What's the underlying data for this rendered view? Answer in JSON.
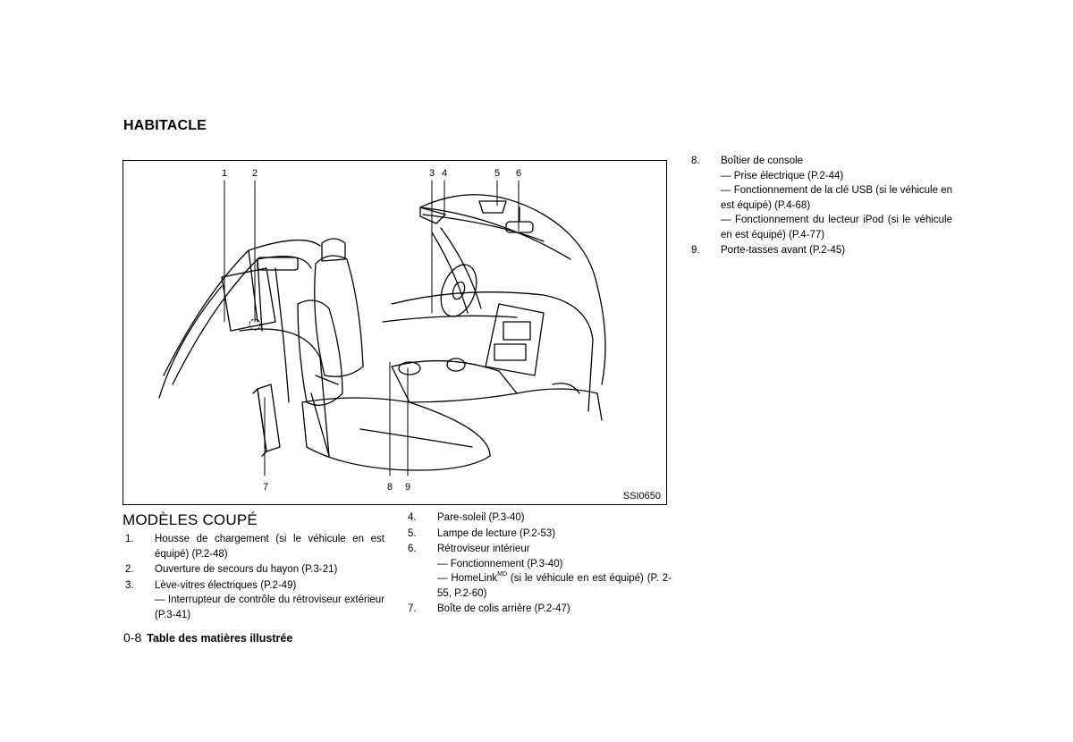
{
  "section_title": "HABITACLE",
  "figure": {
    "code": "SSI0650",
    "callouts": [
      "1",
      "2",
      "3",
      "4",
      "5",
      "6",
      "7",
      "8",
      "9"
    ]
  },
  "subsection": "MODÈLES COUPÉ",
  "left_list": [
    {
      "num": "1.",
      "text": "Housse de chargement (si le véhicule en est équipé) (P.2-48)"
    },
    {
      "num": "2.",
      "text": "Ouverture de secours du hayon (P.3-21)"
    },
    {
      "num": "3.",
      "text": "Lève-vitres électriques (P.2-49)",
      "subs": [
        "— Interrupteur de contrôle du rétroviseur extérieur (P.3-41)"
      ]
    }
  ],
  "middle_list": [
    {
      "num": "4.",
      "text": "Pare-soleil (P.3-40)"
    },
    {
      "num": "5.",
      "text": "Lampe de lecture (P.2-53)"
    },
    {
      "num": "6.",
      "text": "Rétroviseur intérieur",
      "subs": [
        "— Fonctionnement (P.3-40)"
      ],
      "homelink": {
        "pre": "— HomeLink",
        "sup": "MD",
        "post": " (si le véhicule en est équipé) (P. 2-55, P.2-60)"
      }
    },
    {
      "num": "7.",
      "text": "Boîte de colis arrière (P.2-47)"
    }
  ],
  "right_list": [
    {
      "num": "8.",
      "text": "Boîtier de console",
      "subs": [
        "— Prise électrique (P.2-44)",
        "— Fonctionnement de la clé USB (si le véhicule en est équipé) (P.4-68)",
        "— Fonctionnement du lecteur iPod (si le véhicule en est équipé) (P.4-77)"
      ]
    },
    {
      "num": "9.",
      "text": "Porte-tasses avant (P.2-45)"
    }
  ],
  "footer": {
    "page": "0-8",
    "title": "Table des matières illustrée"
  }
}
